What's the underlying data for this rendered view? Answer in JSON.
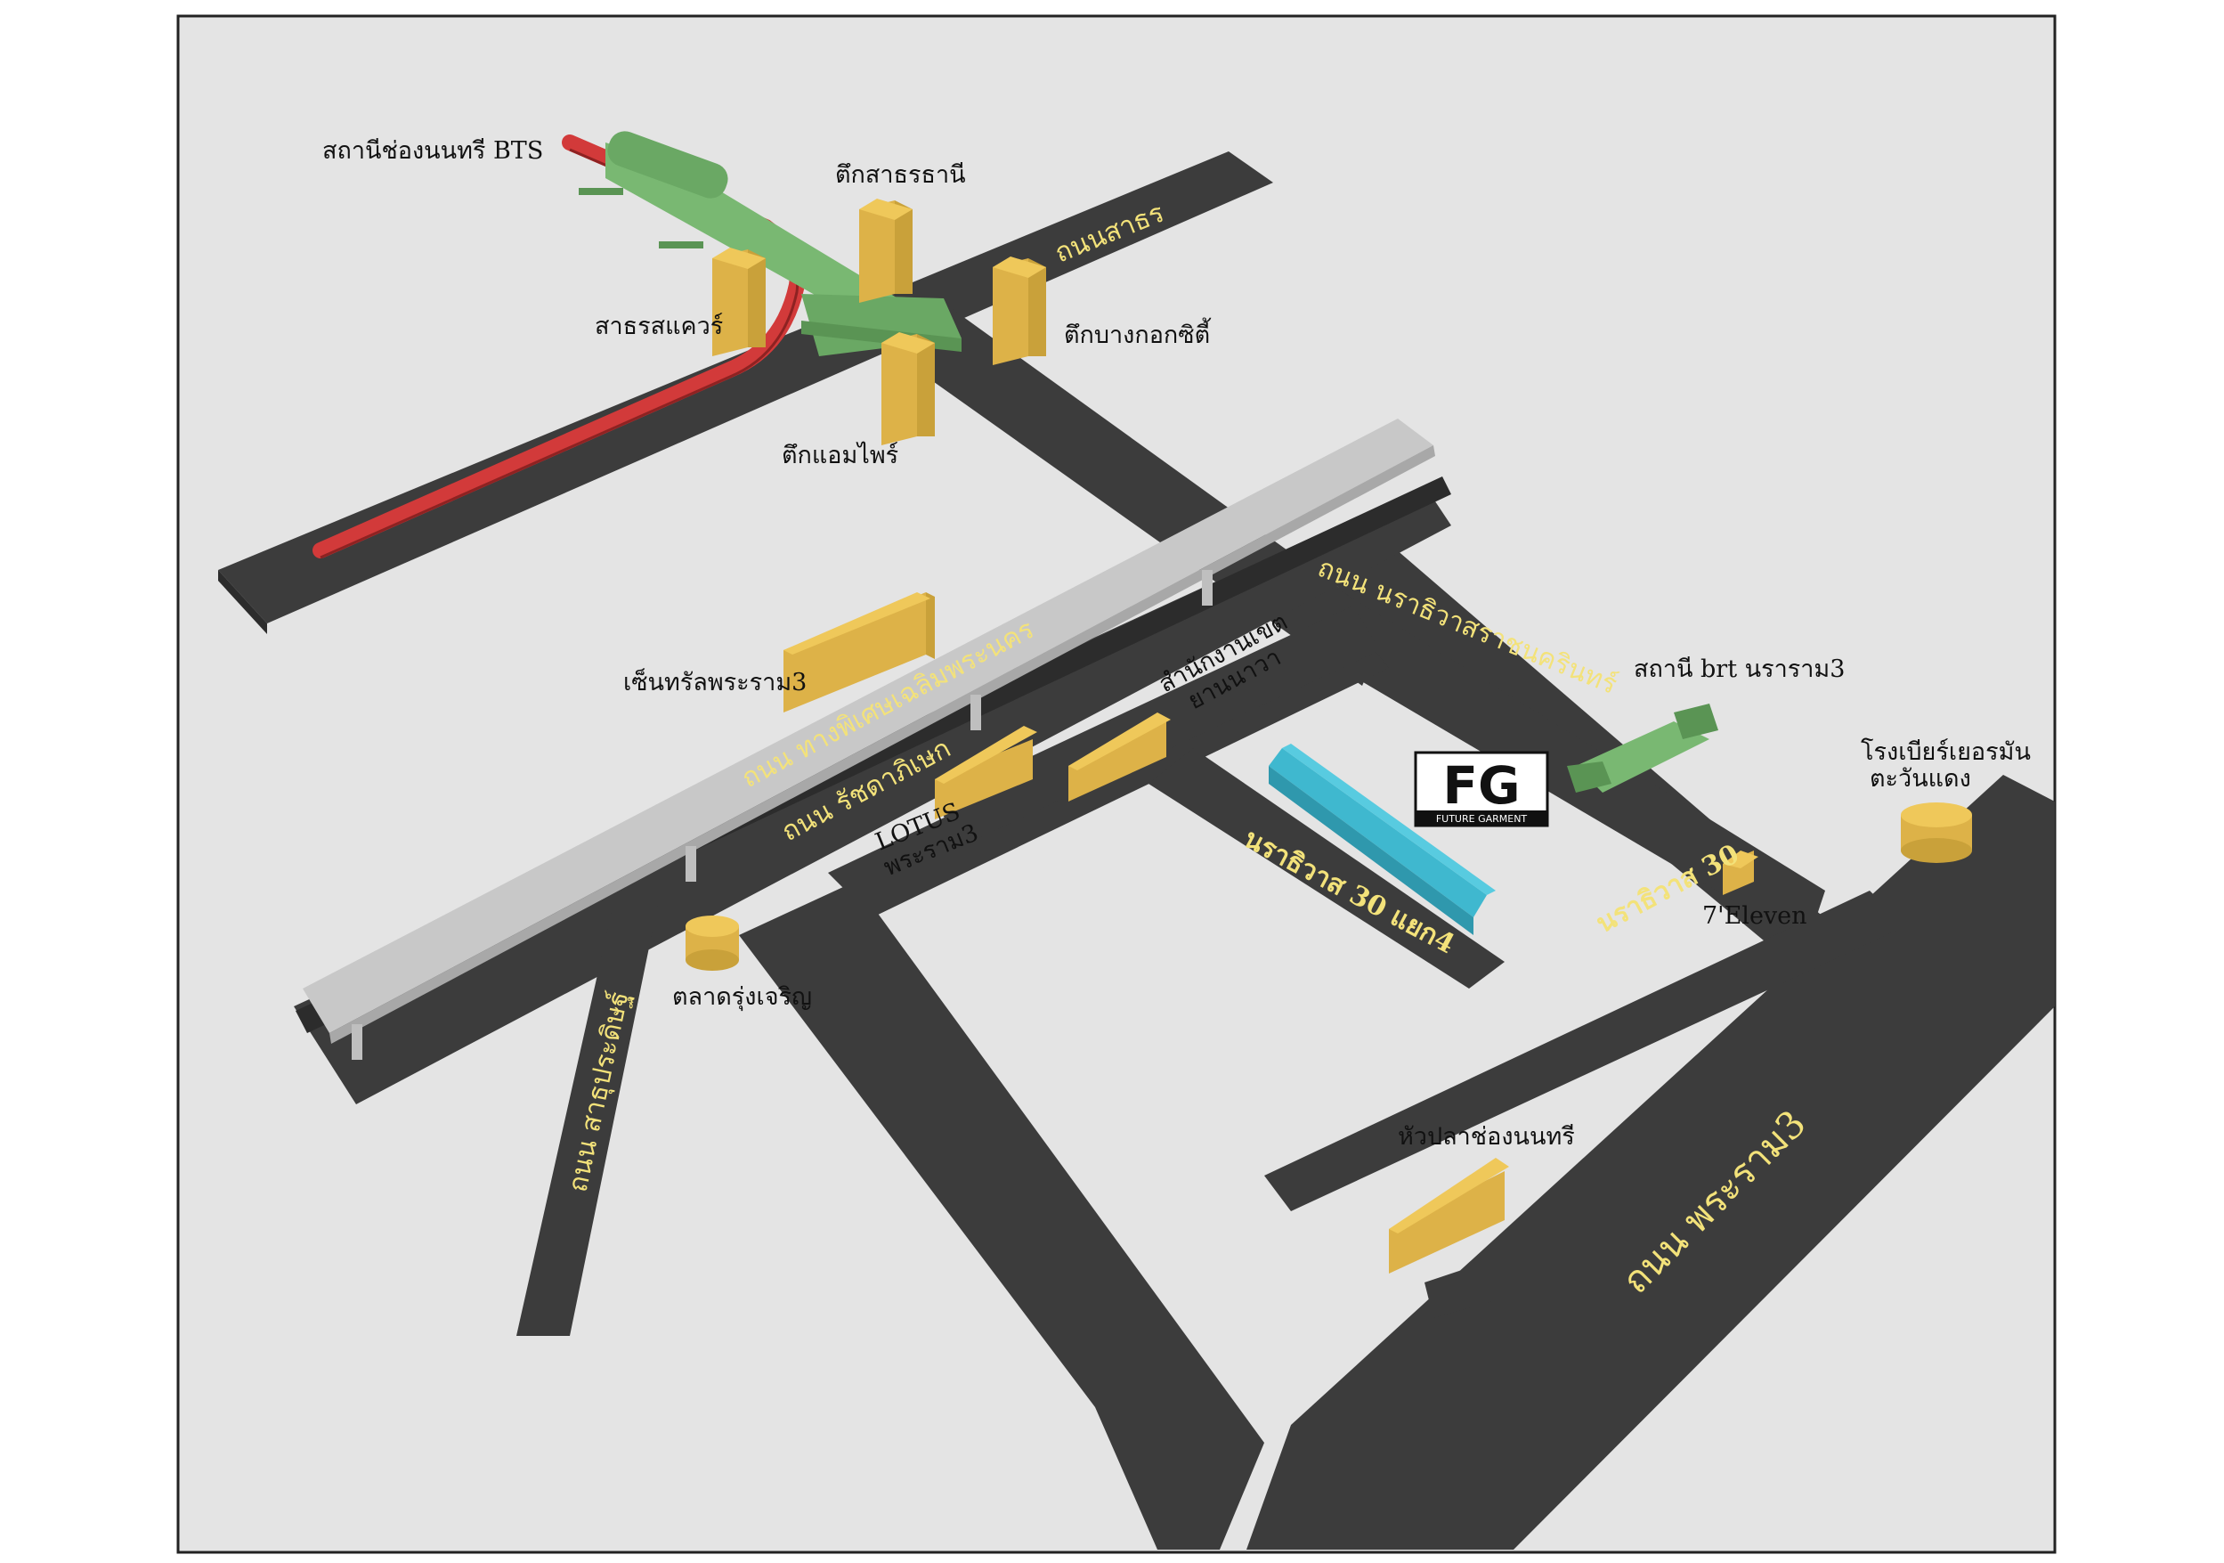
{
  "map": {
    "labels": {
      "bts_station": "สถานีช่องนนทรี BTS",
      "sathorn_road": "ถนนสาธร",
      "sathorn_thani": "ตึกสาธรธานี",
      "sathorn_square": "สาธรสแควร์",
      "bangkok_city": "ตึกบางกอกซิตี้",
      "empire": "ตึกแอมไพร์",
      "expressway": "ถนน ทางพิเศษเฉลิมพระนคร",
      "rachadapisek": "ถนน รัชดาภิเษก",
      "narathiwat_rd": "ถนน นราธิวาสราชนครินทร์",
      "central_rama3": "เซ็นทรัลพระราม3",
      "yannawa_office": [
        "สำนักงานเขต",
        "ยานนาวา"
      ],
      "lotus": [
        "LOTUS",
        "พระราม3"
      ],
      "brt_station": "สถานี brt นราราม3",
      "german_brewery": [
        "โรงเบียร์เยอรมัน",
        "ตะวันแดง"
      ],
      "narathiwat30_4": "นราธิวาส 30 แยก4",
      "narathiwat30": "นราธิวาส 30",
      "seven_eleven": "7'Eleven",
      "rungcharoen_market": "ตลาดรุ่งเจริญ",
      "sathupradit_rd": "ถนน สาธุประดิษฐ์",
      "hua_pla": "หัวปลาช่องนนทรี",
      "rama3_rd": "ถนน พระราม3"
    },
    "logo": {
      "mark": "FG",
      "name": "FUTURE GARMENT"
    },
    "colors": {
      "background": "#e4e4e4",
      "road": "#3c3c3c",
      "building": "#e2b94d",
      "bts_track": "#d23a3a",
      "station": "#79b872",
      "factory": "#3fb8cf",
      "expressway": "#c8c8c8",
      "road_label": "#f3e27a"
    }
  }
}
